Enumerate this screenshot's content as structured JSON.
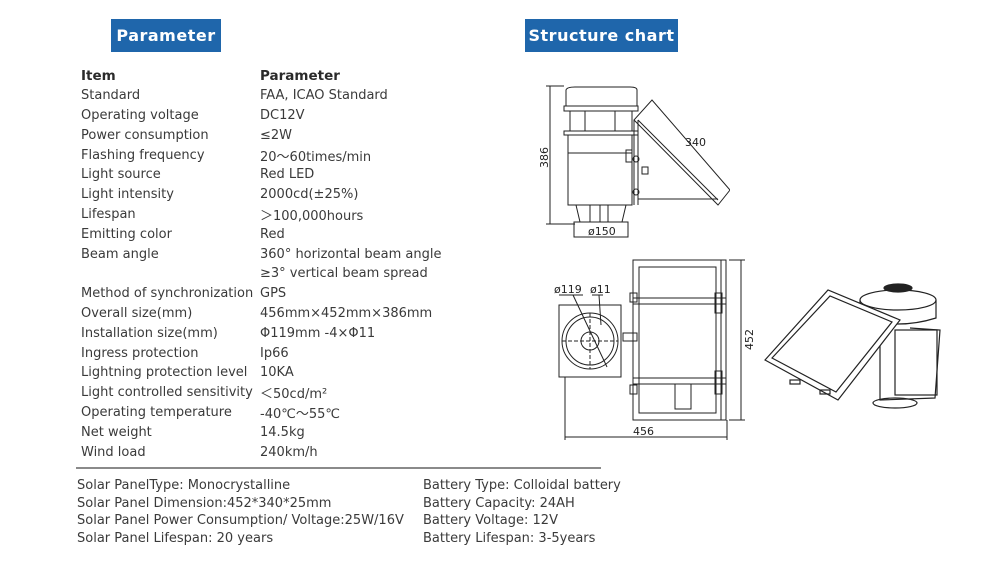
{
  "headings": {
    "parameter": "Parameter",
    "structure": "Structure chart"
  },
  "spec_table": {
    "columns": [
      "Item",
      "Parameter"
    ],
    "rows": [
      {
        "item": "Standard",
        "value": "FAA,  ICAO Standard"
      },
      {
        "item": "Operating voltage",
        "value": "DC12V"
      },
      {
        "item": "Power consumption",
        "value": "≤2W"
      },
      {
        "item": "Flashing frequency",
        "value": "20～60times/min"
      },
      {
        "item": "Light source",
        "value": "Red LED"
      },
      {
        "item": "Light intensity",
        "value": "2000cd(±25%)"
      },
      {
        "item": "Lifespan",
        "value": "＞100,000hours"
      },
      {
        "item": "Emitting color",
        "value": "Red"
      },
      {
        "item": "Beam angle",
        "value": "360° horizontal beam angle"
      },
      {
        "item": "",
        "value": "≥3° vertical beam spread"
      },
      {
        "item": "Method of synchronization",
        "value": "GPS"
      },
      {
        "item": "Overall size(mm)",
        "value": "456mm×452mm×386mm"
      },
      {
        "item": "Installation size(mm)",
        "value": "Φ119mm -4×Φ11"
      },
      {
        "item": "Ingress protection",
        "value": "Ip66"
      },
      {
        "item": "Lightning protection level",
        "value": "10KA"
      },
      {
        "item": "Light controlled sensitivity",
        "value": "＜50cd/m²"
      },
      {
        "item": "Operating temperature",
        "value": "-40℃～55℃"
      },
      {
        "item": "Net weight",
        "value": "14.5kg"
      },
      {
        "item": "Wind load",
        "value": "240km/h"
      }
    ]
  },
  "solar_panel_notes": [
    "Solar PanelType: Monocrystalline",
    "Solar Panel Dimension:452*340*25mm",
    "Solar Panel Power Consumption/ Voltage:25W/16V",
    "Solar Panel Lifespan: 20 years"
  ],
  "battery_notes": [
    "Battery Type: Colloidal battery",
    "Battery Capacity: 24AH",
    "Battery Voltage: 12V",
    "Battery Lifespan: 3-5years"
  ],
  "drawings": {
    "side_view": {
      "height_label": "386",
      "panel_label": "340",
      "base_label": "ø150"
    },
    "top_view": {
      "bolt_circle_label": "ø119",
      "hole_label": "ø11",
      "width_label": "456",
      "depth_label": "452"
    }
  },
  "colors": {
    "banner": "#1f66ab",
    "divider": "#8a8a8a"
  }
}
